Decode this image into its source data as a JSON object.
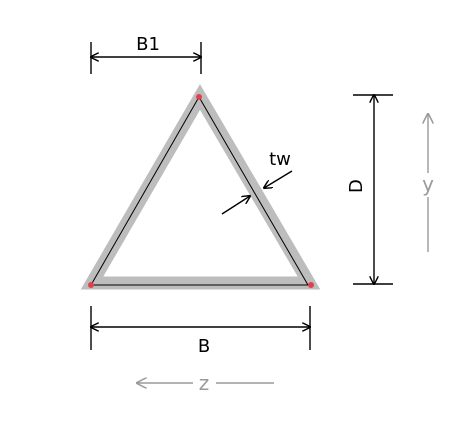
{
  "labels": {
    "b1": "B1",
    "b": "B",
    "d": "D",
    "tw": "tw",
    "y": "y",
    "z": "z"
  },
  "colors": {
    "background": "#ffffff",
    "section_fill": "#bdbdbd",
    "centerline": "#000000",
    "dimension": "#000000",
    "axis": "#9a9a9a",
    "vertex_point": "#e04050"
  }
}
